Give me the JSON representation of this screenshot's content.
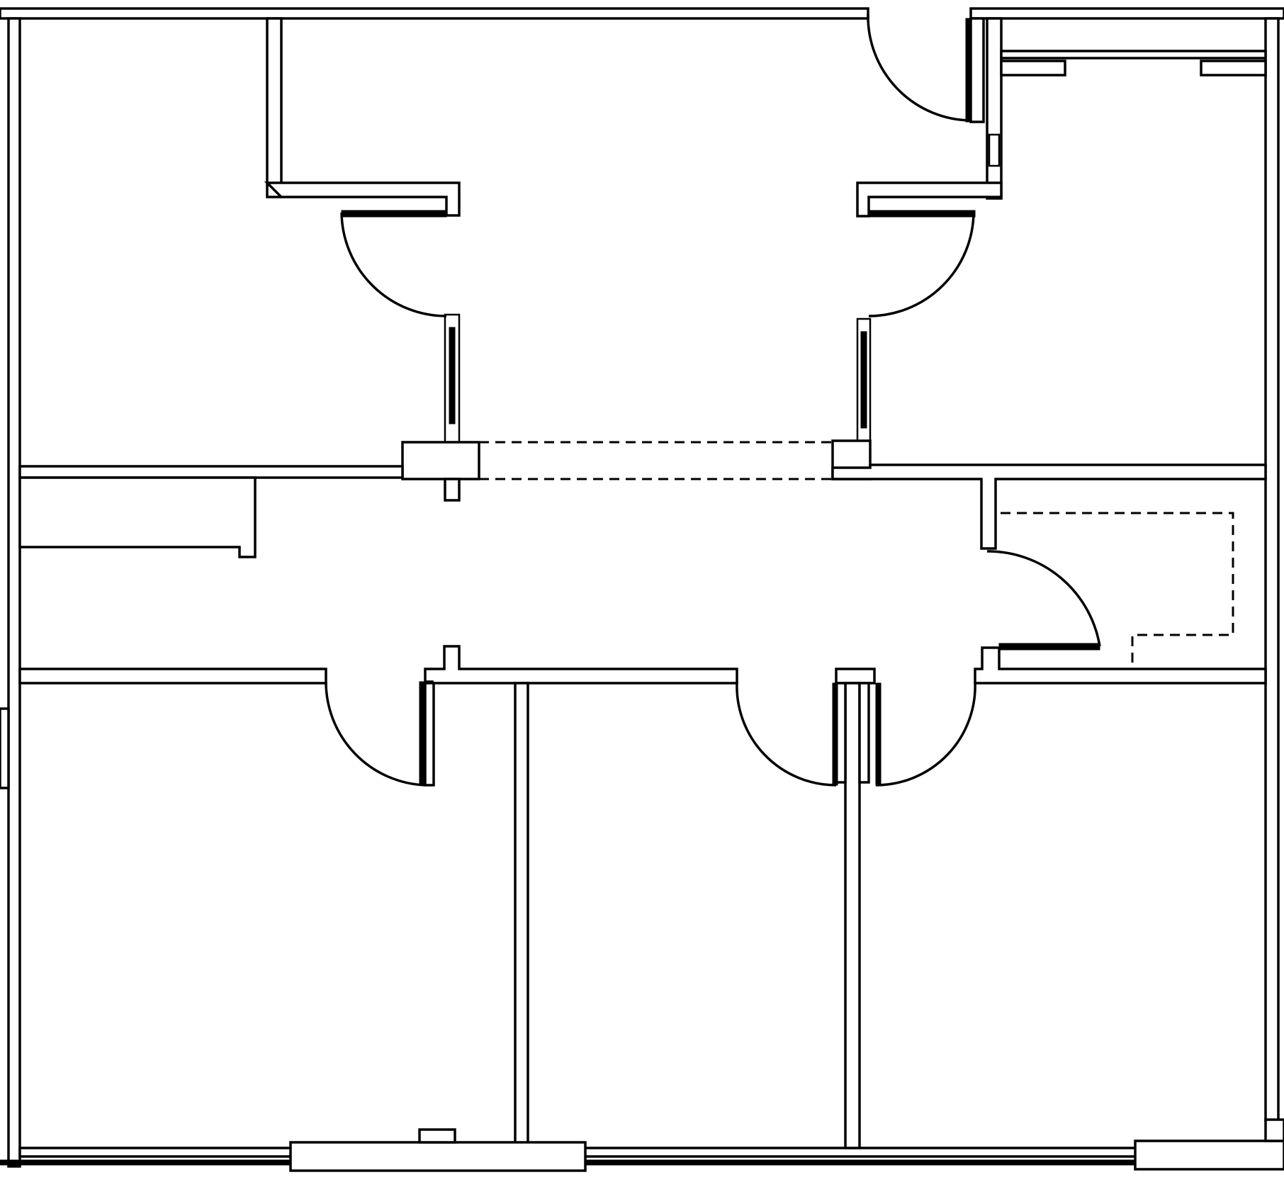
{
  "plan": {
    "colors": {
      "line": "#000000",
      "background": "#ffffff"
    },
    "doors": [
      {
        "name": "door-top-entrance",
        "side": "bottom-left"
      },
      {
        "name": "door-top-left-office",
        "side": "bottom-right"
      },
      {
        "name": "door-top-right-office",
        "side": "bottom-left"
      },
      {
        "name": "door-closet",
        "side": "bottom-right"
      },
      {
        "name": "door-bottom-left-office",
        "side": "top-left"
      },
      {
        "name": "door-bottom-middle-office",
        "side": "top-right"
      },
      {
        "name": "door-bottom-right-office",
        "side": "top-left"
      }
    ]
  }
}
